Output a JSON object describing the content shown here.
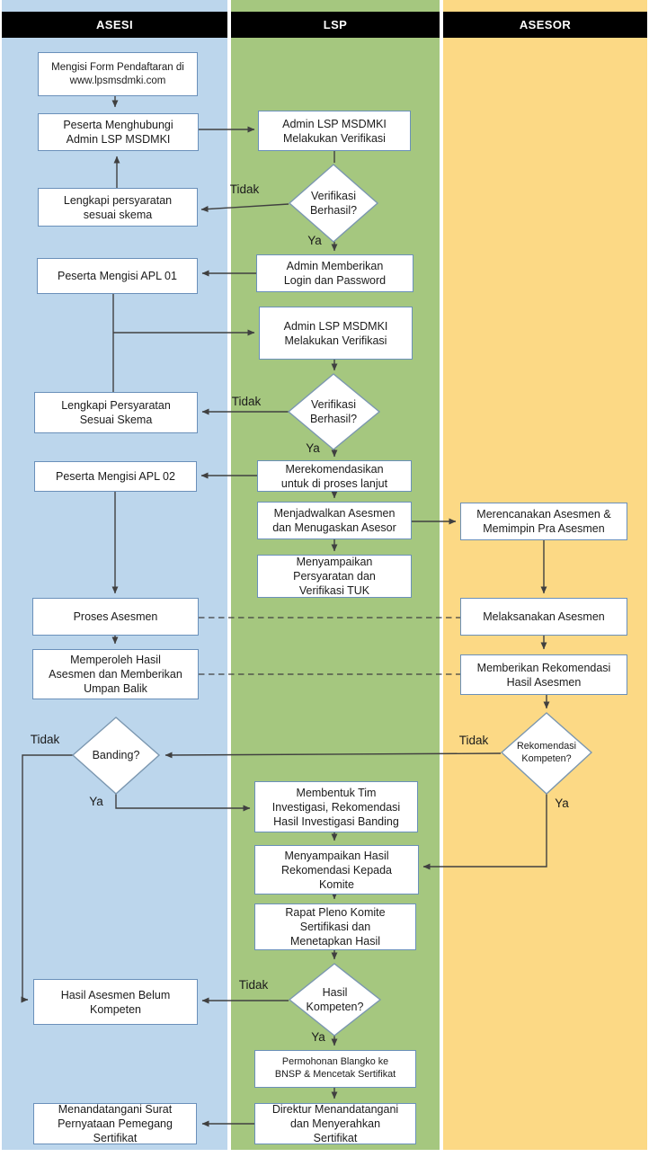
{
  "lanes": [
    {
      "title": "ASESI",
      "color": "#bcd6ec"
    },
    {
      "title": "LSP",
      "color": "#a5c77f"
    },
    {
      "title": "ASESOR",
      "color": "#fcd985"
    }
  ],
  "header_bar_color": "#000000",
  "box_border_color": "#6a90ba",
  "connector_color": "#404040",
  "branch_labels": {
    "yes": "Ya",
    "no": "Tidak"
  },
  "nodes": {
    "a1": {
      "label": "Mengisi Form Pendaftaran di\nwww.lpsmsdmki.com"
    },
    "a2": {
      "label": "Peserta Menghubungi\nAdmin LSP MSDMKI"
    },
    "a3": {
      "label": "Lengkapi persyaratan\nsesuai skema"
    },
    "a4": {
      "label": "Peserta Mengisi APL 01"
    },
    "a5": {
      "label": "Lengkapi Persyaratan\nSesuai Skema"
    },
    "a6": {
      "label": "Peserta Mengisi APL 02"
    },
    "a7": {
      "label": "Proses Asesmen"
    },
    "a8": {
      "label": "Memperoleh Hasil\nAsesmen dan Memberikan\nUmpan Balik"
    },
    "a9": {
      "label": "Hasil Asesmen Belum\nKompeten"
    },
    "a10": {
      "label": "Menandatangani Surat\nPernyataan Pemegang\nSertifikat"
    },
    "l1": {
      "label": "Admin LSP MSDMKI\nMelakukan Verifikasi"
    },
    "l2": {
      "label": "Admin Memberikan\nLogin dan Password"
    },
    "l3": {
      "label": "Admin LSP MSDMKI\nMelakukan Verifikasi"
    },
    "l4": {
      "label": "Merekomendasikan\nuntuk di proses lanjut"
    },
    "l5": {
      "label": "Menjadwalkan Asesmen\ndan Menugaskan Asesor"
    },
    "l6": {
      "label": "Menyampaikan\nPersyaratan dan\nVerifikasi TUK"
    },
    "l7": {
      "label": "Membentuk Tim\nInvestigasi, Rekomendasi\nHasil Investigasi Banding"
    },
    "l8": {
      "label": "Menyampaikan Hasil\nRekomendasi Kepada\nKomite"
    },
    "l9": {
      "label": "Rapat Pleno Komite\nSertifikasi dan\nMenetapkan Hasil"
    },
    "l10": {
      "label": "Permohonan Blangko ke\nBNSP & Mencetak Sertifikat"
    },
    "l11": {
      "label": "Direktur Menandatangani\ndan Menyerahkan\nSertifikat"
    },
    "r1": {
      "label": "Merencanakan Asesmen &\nMemimpin Pra Asesmen"
    },
    "r2": {
      "label": "Melaksanakan Asesmen"
    },
    "r3": {
      "label": "Memberikan Rekomendasi\nHasil Asesmen"
    }
  },
  "decisions": {
    "d1": {
      "label": "Verifikasi\nBerhasil?"
    },
    "d2": {
      "label": "Verifikasi\nBerhasil?"
    },
    "d3": {
      "label": "Banding?"
    },
    "d4": {
      "label": "Rekomendasi\nKompeten?"
    },
    "d5": {
      "label": "Hasil\nKompeten?"
    }
  }
}
